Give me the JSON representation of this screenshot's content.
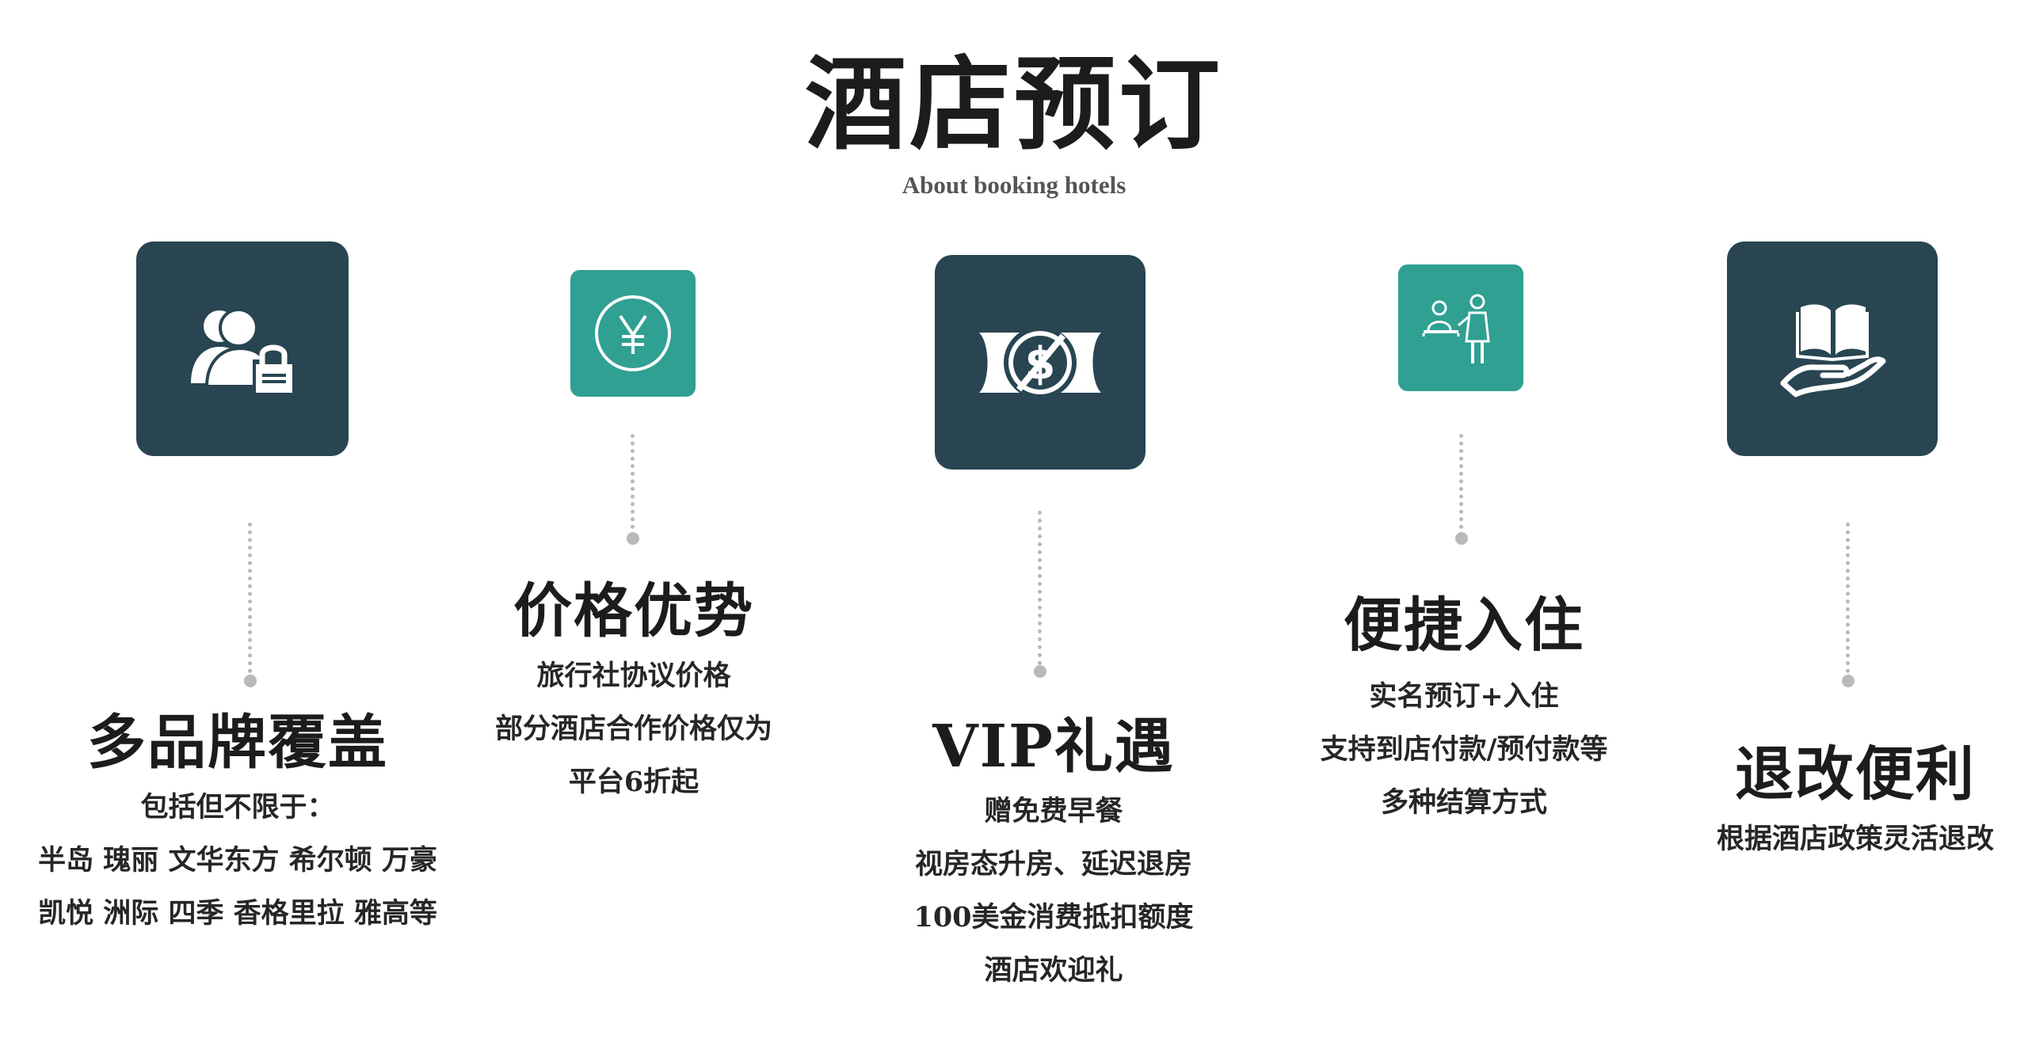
{
  "header": {
    "title": "酒店预订",
    "subtitle": "About booking hotels"
  },
  "colors": {
    "dark_tile": "#284551",
    "teal_tile": "#2fa092",
    "connector": "#b9b9b9",
    "text": "#1c1c1c"
  },
  "features": [
    {
      "icon": "users-lock-icon",
      "title": "多品牌覆盖",
      "lines": [
        "包括但不限于：",
        "半岛  瑰丽  文华东方  希尔顿  万豪",
        "凯悦  洲际  四季  香格里拉  雅高等"
      ]
    },
    {
      "icon": "yen-coin-icon",
      "title": "价格优势",
      "lines": [
        "旅行社协议价格",
        "部分酒店合作价格仅为",
        "平台6折起"
      ]
    },
    {
      "icon": "no-money-icon",
      "title": "VIP礼遇",
      "lines": [
        "赠免费早餐",
        "视房态升房、延迟退房",
        "100美金消费抵扣额度",
        "酒店欢迎礼"
      ]
    },
    {
      "icon": "reception-desk-icon",
      "title": "便捷入住",
      "lines": [
        "实名预订+入住",
        "支持到店付款/预付款等",
        "多种结算方式"
      ]
    },
    {
      "icon": "hand-book-icon",
      "title": "退改便利",
      "lines": [
        "根据酒店政策灵活退改"
      ]
    }
  ]
}
